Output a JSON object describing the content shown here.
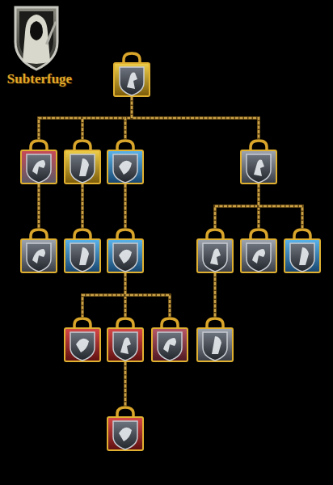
{
  "diagram": {
    "title": "Subterfuge",
    "nodes": [
      {
        "text": []
      },
      {
        "text": []
      },
      {
        "text": []
      },
      {
        "text": []
      },
      {
        "text": []
      },
      {
        "text": []
      },
      {
        "text": []
      },
      {
        "text": []
      },
      {
        "text": []
      },
      {
        "text": []
      },
      {
        "text": []
      },
      {
        "text": []
      },
      {
        "text": []
      },
      {
        "text": []
      },
      {
        "text": []
      },
      {
        "text": []
      }
    ],
    "edges": [
      {
        "from": 0,
        "to": 1,
        "arrow": "none"
      },
      {
        "from": 0,
        "to": 2,
        "arrow": "none"
      },
      {
        "from": 0,
        "to": 3,
        "arrow": "none"
      },
      {
        "from": 0,
        "to": 4,
        "arrow": "none"
      },
      {
        "from": 1,
        "to": 5,
        "arrow": "none"
      },
      {
        "from": 2,
        "to": 6,
        "arrow": "none"
      },
      {
        "from": 3,
        "to": 7,
        "arrow": "none"
      },
      {
        "from": 4,
        "to": 8,
        "arrow": "none"
      },
      {
        "from": 4,
        "to": 9,
        "arrow": "none"
      },
      {
        "from": 4,
        "to": 10,
        "arrow": "none"
      },
      {
        "from": 7,
        "to": 11,
        "arrow": "none"
      },
      {
        "from": 7,
        "to": 12,
        "arrow": "none"
      },
      {
        "from": 7,
        "to": 13,
        "arrow": "none"
      },
      {
        "from": 8,
        "to": 14,
        "arrow": "none"
      },
      {
        "from": 12,
        "to": 15,
        "arrow": "none"
      }
    ]
  }
}
